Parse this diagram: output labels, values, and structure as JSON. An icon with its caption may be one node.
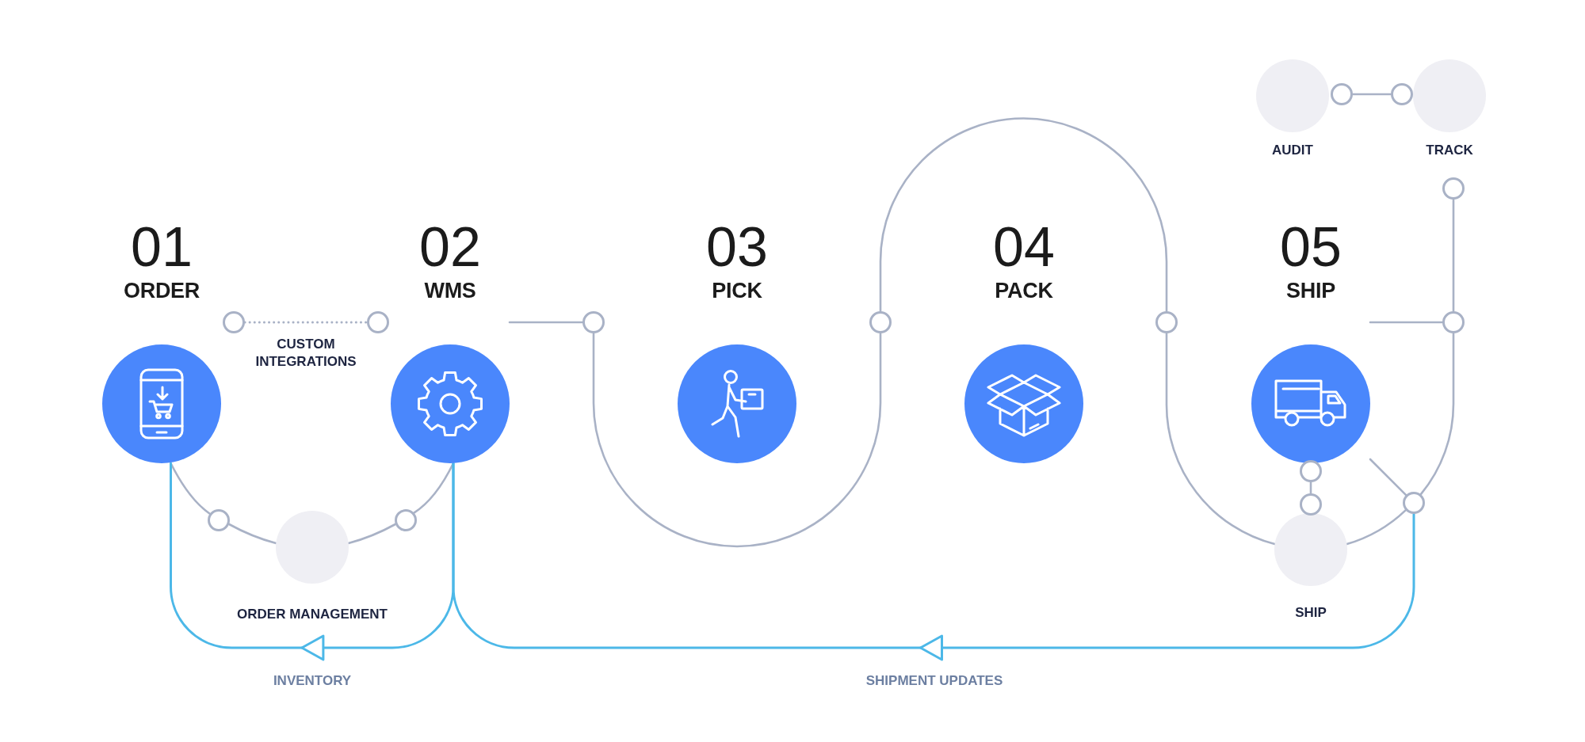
{
  "diagram": {
    "nodes": [
      {
        "text": [
          "01",
          "ORDER"
        ]
      },
      {
        "text": [
          "02",
          "WMS"
        ]
      },
      {
        "text": [
          "03",
          "PICK"
        ]
      },
      {
        "text": [
          "04",
          "PACK"
        ]
      },
      {
        "text": [
          "05",
          "SHIP"
        ]
      },
      {
        "text": [],
        "shape": "circle",
        "beside": [
          "ORDER MANAGEMENT"
        ]
      },
      {
        "text": [],
        "shape": "circle",
        "beside": [
          "SHIP"
        ]
      },
      {
        "text": [],
        "shape": "circle",
        "beside": [
          "AUDIT"
        ]
      },
      {
        "text": [],
        "shape": "circle",
        "beside": [
          "TRACK"
        ]
      },
      {
        "text": [],
        "shape": "circle"
      },
      {
        "text": [],
        "shape": "circle"
      },
      {
        "text": [],
        "shape": "circle"
      },
      {
        "text": [],
        "shape": "circle"
      },
      {
        "text": [],
        "shape": "circle"
      },
      {
        "text": [],
        "shape": "circle"
      },
      {
        "text": [],
        "shape": "circle"
      },
      {
        "text": [],
        "shape": "circle"
      },
      {
        "text": [],
        "shape": "circle"
      },
      {
        "text": [],
        "shape": "circle"
      },
      {
        "text": [],
        "shape": "circle"
      },
      {
        "text": [],
        "shape": "circle"
      },
      {
        "text": [],
        "shape": "circle"
      },
      {
        "text": [],
        "shape": "circle"
      }
    ],
    "edges": [
      {
        "from": 9,
        "to": 10,
        "arrow": "none",
        "style": "dashed",
        "label": "CUSTOM INTEGRATIONS"
      },
      {
        "from": 1,
        "to": 11,
        "arrow": "none"
      },
      {
        "from": 11,
        "to": 12,
        "arrow": "none"
      },
      {
        "from": 12,
        "to": 13,
        "arrow": "none"
      },
      {
        "from": 13,
        "to": 6,
        "arrow": "none"
      },
      {
        "from": 4,
        "to": 14,
        "arrow": "none"
      },
      {
        "from": 14,
        "to": 15,
        "arrow": "none"
      },
      {
        "from": 14,
        "to": 16,
        "arrow": "none"
      },
      {
        "from": 16,
        "to": 6,
        "arrow": "none"
      },
      {
        "from": 4,
        "to": 16,
        "arrow": "none"
      },
      {
        "from": 17,
        "to": 18,
        "arrow": "none"
      },
      {
        "from": 19,
        "to": 20,
        "arrow": "none"
      },
      {
        "from": 0,
        "to": 21,
        "arrow": "none"
      },
      {
        "from": 21,
        "to": 5,
        "arrow": "none"
      },
      {
        "from": 5,
        "to": 22,
        "arrow": "none"
      },
      {
        "from": 22,
        "to": 1,
        "arrow": "none"
      },
      {
        "from": 1,
        "to": 0,
        "arrow": "to",
        "label": "INVENTORY",
        "color": "#4cb8e8"
      },
      {
        "from": 16,
        "to": 1,
        "arrow": "to",
        "label": "SHIPMENT UPDATES",
        "color": "#4cb8e8"
      }
    ]
  }
}
